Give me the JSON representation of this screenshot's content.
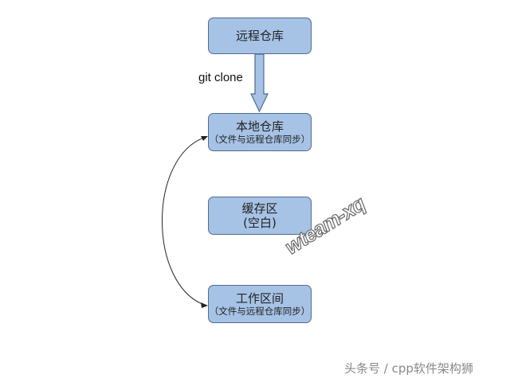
{
  "nodes": {
    "remote": {
      "title": "远程仓库"
    },
    "local": {
      "title": "本地仓库",
      "subtitle": "（文件与远程仓库同步）"
    },
    "stage": {
      "title": "缓存区",
      "subtitle": "(空白)"
    },
    "work": {
      "title": "工作区间",
      "subtitle": "（文件与远程仓库同步）"
    }
  },
  "edges": {
    "clone_label": "git clone"
  },
  "watermark": "wteam-xq",
  "footer": "头条号 / cpp软件架构狮",
  "colors": {
    "box_fill": "#a6c3e6",
    "box_border": "#4e6b8f"
  }
}
